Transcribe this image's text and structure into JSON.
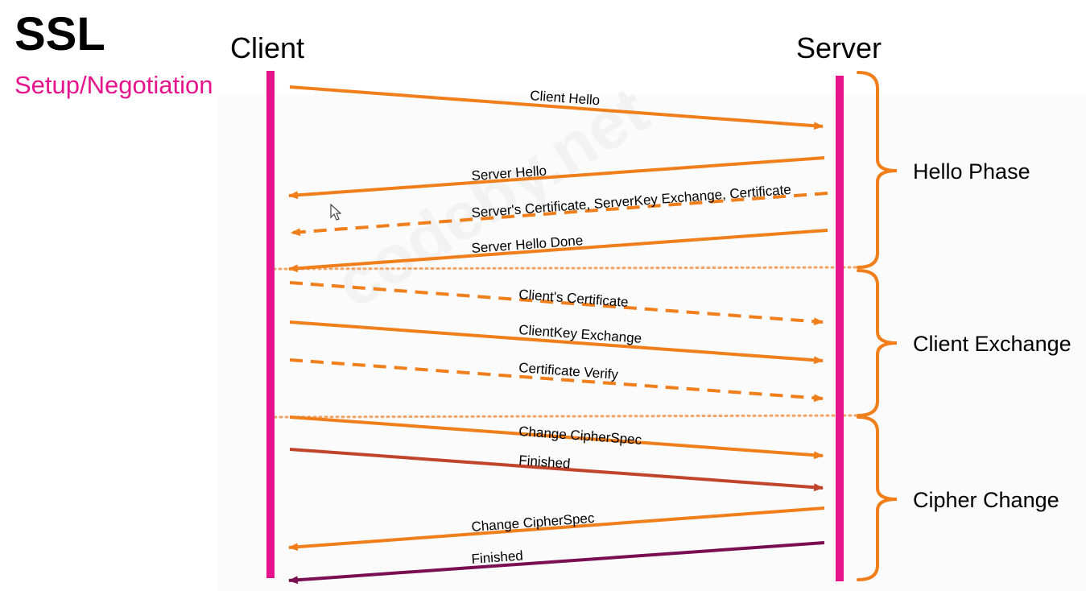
{
  "slide": {
    "title": "SSL",
    "subtitle": "Setup/Negotiation",
    "watermark": "codeby.net"
  },
  "parties": {
    "client": "Client",
    "server": "Server"
  },
  "phases": [
    {
      "label": "Hello Phase"
    },
    {
      "label": "Client Exchange"
    },
    {
      "label": "Cipher Change"
    }
  ],
  "messages": [
    {
      "label": "Client Hello",
      "direction": "client-to-server",
      "style": "solid",
      "color": "#f07f1b"
    },
    {
      "label": "Server Hello",
      "direction": "server-to-client",
      "style": "solid",
      "color": "#f07f1b"
    },
    {
      "label": "Server's Certificate, ServerKey Exchange, Certificate",
      "direction": "server-to-client",
      "style": "dashed",
      "color": "#f07f1b"
    },
    {
      "label": "Server Hello Done",
      "direction": "server-to-client",
      "style": "solid",
      "color": "#f07f1b"
    },
    {
      "label": "Client's Certificate",
      "direction": "client-to-server",
      "style": "dashed",
      "color": "#f07f1b"
    },
    {
      "label": "ClientKey Exchange",
      "direction": "client-to-server",
      "style": "solid",
      "color": "#f07f1b"
    },
    {
      "label": "Certificate Verify",
      "direction": "client-to-server",
      "style": "dashed",
      "color": "#f07f1b"
    },
    {
      "label": "Change CipherSpec",
      "direction": "client-to-server",
      "style": "solid",
      "color": "#f07f1b"
    },
    {
      "label": "Finished",
      "direction": "client-to-server",
      "style": "solid",
      "color": "#c0442a"
    },
    {
      "label": "Change CipherSpec",
      "direction": "server-to-client",
      "style": "solid",
      "color": "#f07f1b"
    },
    {
      "label": "Finished",
      "direction": "server-to-client",
      "style": "solid",
      "color": "#7a0e52"
    }
  ],
  "colors": {
    "lifeline": "#e5148c",
    "arrow": "#f07f1b",
    "subtitle": "#e5148c",
    "separator": "#f2a466"
  }
}
